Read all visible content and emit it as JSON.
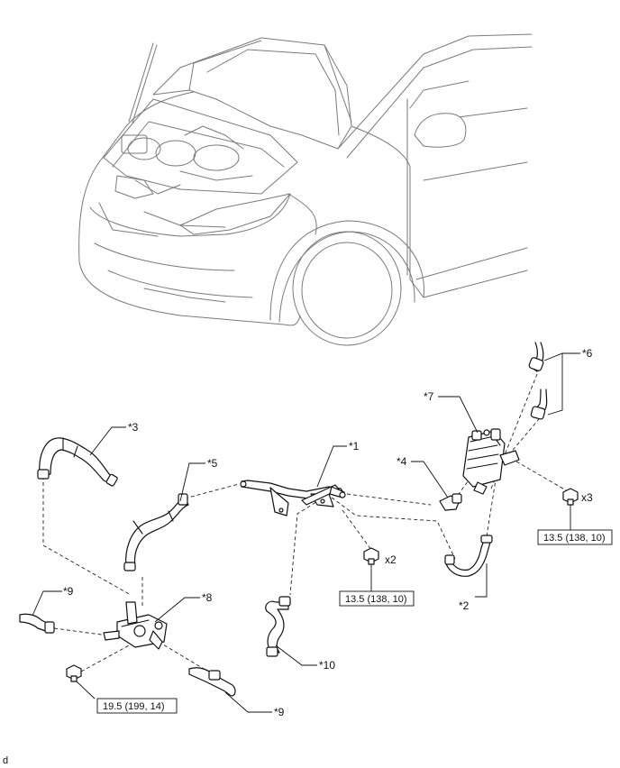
{
  "labels": {
    "p1": "*1",
    "p2": "*2",
    "p3": "*3",
    "p4": "*4",
    "p5": "*5",
    "p6": "*6",
    "p7": "*7",
    "p8": "*8",
    "p9a": "*9",
    "p9b": "*9",
    "p10": "*10"
  },
  "quantities": {
    "q_x3": "x3",
    "q_x2": "x2"
  },
  "torques": {
    "t1": "13.5 (138, 10)",
    "t2": "13.5 (138, 10)",
    "t3": "19.5 (199, 14)"
  },
  "corner_mark": "d",
  "icons": [
    "vehicle-front-illustration",
    "bolt-icon",
    "hose-icon",
    "oil-cooler-icon",
    "bracket-icon"
  ]
}
